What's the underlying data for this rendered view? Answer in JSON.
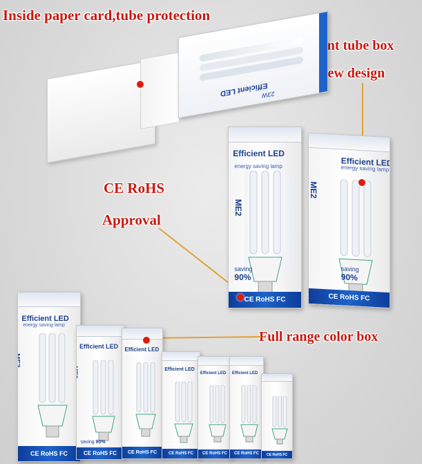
{
  "callouts": {
    "inside": "Inside paper card,tube protection",
    "front": "Front tube box",
    "newdesign": "New design",
    "ce": "CE RoHS",
    "approval": "Approval",
    "fullrange": "Full range color box"
  },
  "box": {
    "brand": "Efficient LED",
    "sub": "energy saving lamp",
    "logo": "ME2",
    "led": "LED",
    "saving": "saving",
    "percent": "90%",
    "cert": "CE RoHS FC",
    "watt": "23W"
  },
  "colors": {
    "callout": "#c8180f",
    "brand_blue": "#1b3f8f",
    "band_blue": "#1e63c9"
  }
}
